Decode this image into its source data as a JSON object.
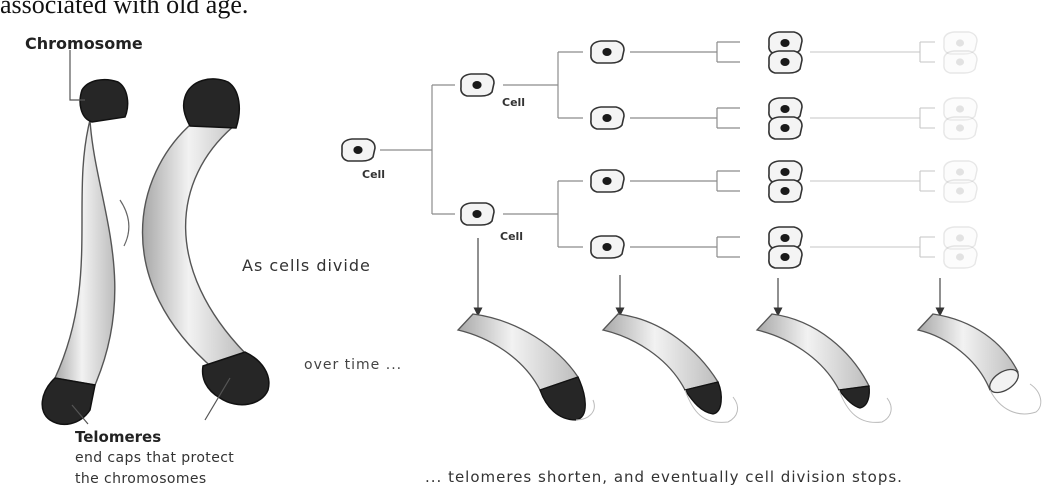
{
  "top_caption": "associated with old age.",
  "chromosome_label": "Chromosome",
  "cell_labels": [
    "Cell",
    "Cell",
    "Cell"
  ],
  "as_cells_divide": "As cells divide",
  "over_time": "over time ...",
  "telomeres_label": "Telomeres",
  "telomeres_desc": [
    "end caps that protect",
    "the chromosomes"
  ],
  "bottom_note": "... telomeres shorten, and eventually cell division stops.",
  "colors": {
    "telomere_cap": "#262626",
    "chromatid_body": "#d8d8d8",
    "nucleus": "#1a1a1a",
    "line": "#8c8c8c"
  }
}
